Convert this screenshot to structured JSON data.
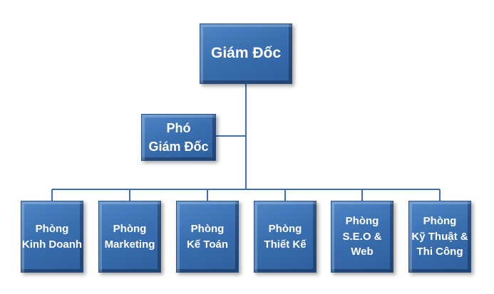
{
  "chart": {
    "director": "Giám Đốc",
    "deputy": [
      "Phó",
      "Giám Đốc"
    ],
    "departments": [
      {
        "lines": [
          "Phòng",
          "Kinh Doanh"
        ]
      },
      {
        "lines": [
          "Phòng",
          "Marketing"
        ]
      },
      {
        "lines": [
          "Phòng",
          "Kế Toán"
        ]
      },
      {
        "lines": [
          "Phòng",
          "Thiết Kế"
        ]
      },
      {
        "lines": [
          "Phòng",
          "S.E.O &",
          "Web"
        ]
      },
      {
        "lines": [
          "Phòng",
          "Kỹ Thuật &",
          "Thi Công"
        ]
      }
    ]
  },
  "colors": {
    "box_fill": "#3a6fb0",
    "box_border": "#274f86",
    "connector": "#3c6fb4",
    "text": "#ffffff"
  }
}
